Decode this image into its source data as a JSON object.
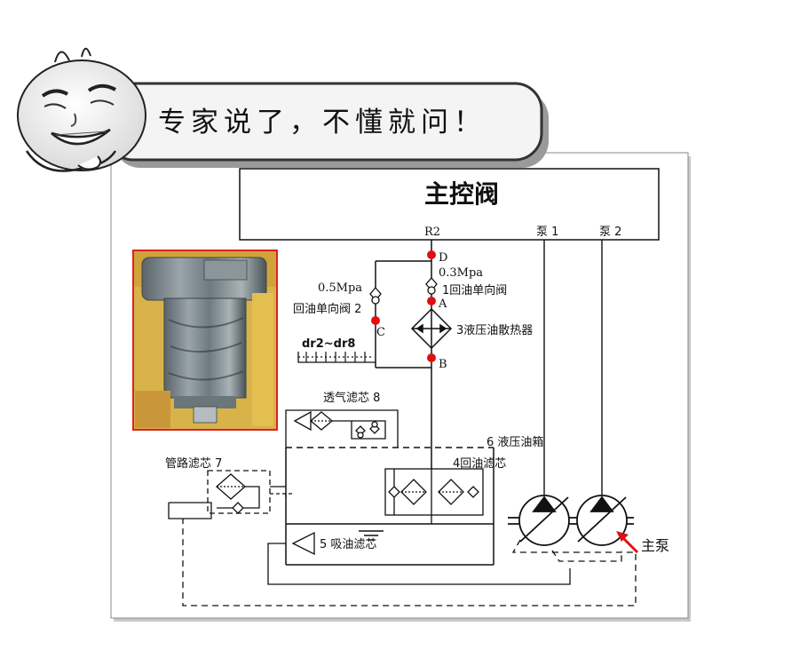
{
  "banner": {
    "text": "专家说了，不懂就问！"
  },
  "diagram": {
    "title": "主控阀",
    "port_r2": "R2",
    "pump1_port": "泵 1",
    "pump2_port": "泵 2",
    "point_d": "D",
    "point_a": "A",
    "point_b": "B",
    "point_c": "C",
    "valve1_pressure": "0.3Mpa",
    "valve1_label": "1回油单向阀",
    "valve2_pressure": "0.5Mpa",
    "valve2_label": "回油单向阀 2",
    "cooler_label": "3液压油散热器",
    "drain_label": "dr2~dr8",
    "breather_label": "透气滤芯 8",
    "tank_label": "6  液压油箱",
    "return_filter_label": "4回油滤芯",
    "line_filter_label": "管路滤芯 7",
    "suction_filter_label": "5  吸油滤芯",
    "main_pump_label": "主泵"
  },
  "colors": {
    "banner_fill": "#f4f4f4",
    "banner_border": "#333333",
    "port_dot": "#e01010",
    "arrow": "#e01010",
    "photo_border": "#e02020"
  }
}
